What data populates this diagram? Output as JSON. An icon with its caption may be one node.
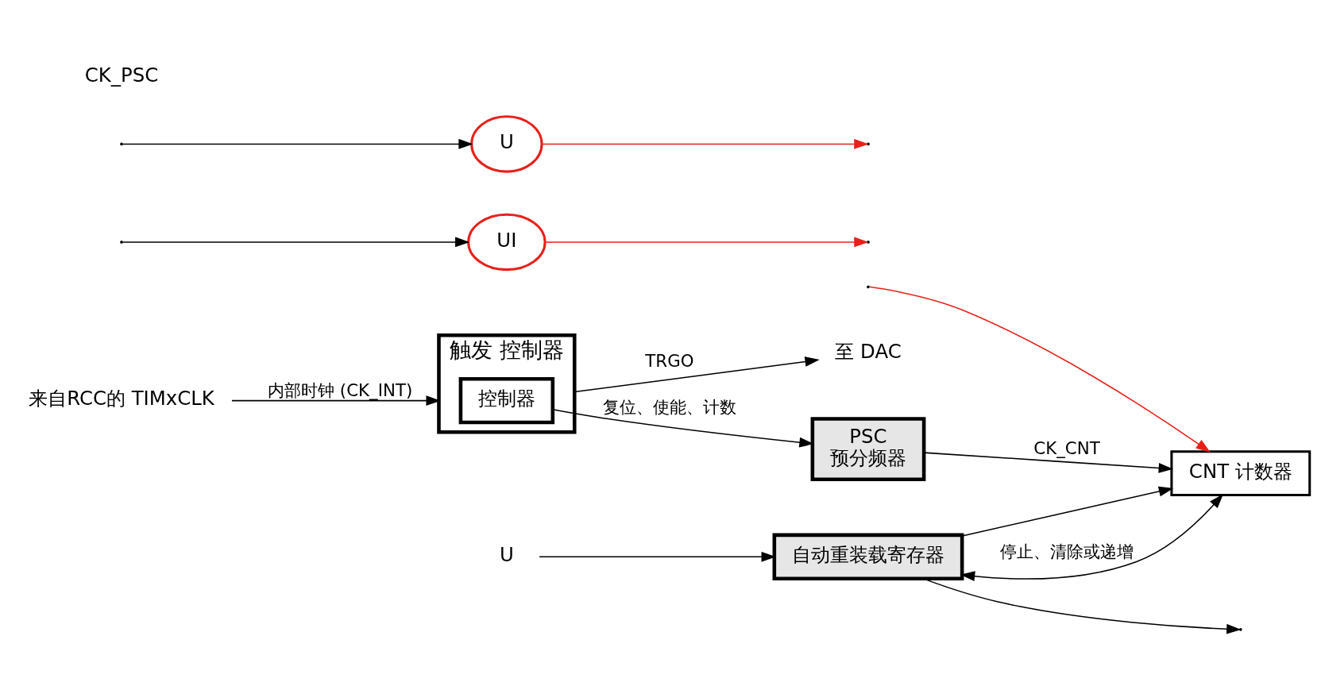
{
  "diagram": {
    "nodes": [
      {
        "text": [
          "来自RCC的 TIMxCLK"
        ]
      },
      {
        "text": [
          "触发 控制器"
        ]
      },
      {
        "text": [
          "控制器"
        ],
        "in": 1
      },
      {
        "text": [
          "至 DAC"
        ]
      },
      {
        "text": [
          "自动重装载寄存器"
        ]
      },
      {
        "text": [
          "PSC",
          "预分频器"
        ]
      },
      {
        "text": [
          "CNT 计数器"
        ]
      },
      {
        "text": [
          "U"
        ]
      },
      {
        "text": [
          "UI"
        ]
      },
      {
        "text": [
          "U"
        ]
      }
    ],
    "edges": [
      {
        "from": 0,
        "to": 1,
        "arrow": "to",
        "label": "内部时钟 (CK_INT)"
      },
      {
        "from": 1,
        "to": 3,
        "arrow": "to",
        "label": "TRGO"
      },
      {
        "from": 2,
        "to": 5,
        "arrow": "to",
        "label": "复位、使能、计数"
      },
      {
        "from": 5,
        "to": 6,
        "arrow": "to",
        "label": "CK_CNT"
      },
      {
        "from": 4,
        "to": 6,
        "arrow": "both",
        "label": "停止、清除或递增"
      },
      {
        "from": 4,
        "to": 6,
        "arrow": "to"
      },
      {
        "from": 7,
        "to": 4,
        "arrow": "to"
      },
      {
        "from": null,
        "to": 8,
        "arrow": "to"
      },
      {
        "from": null,
        "to": 9,
        "arrow": "to"
      },
      {
        "from": 4,
        "to": null,
        "arrow": "to"
      },
      {
        "from": null,
        "to": 6,
        "arrow": "to",
        "color": "#e8201a"
      },
      {
        "from": 8,
        "to": null,
        "arrow": "to",
        "color": "#e8201a"
      },
      {
        "from": 9,
        "to": null,
        "arrow": "to",
        "color": "#e8201a"
      }
    ],
    "labels": [
      "CK_PSC"
    ]
  }
}
